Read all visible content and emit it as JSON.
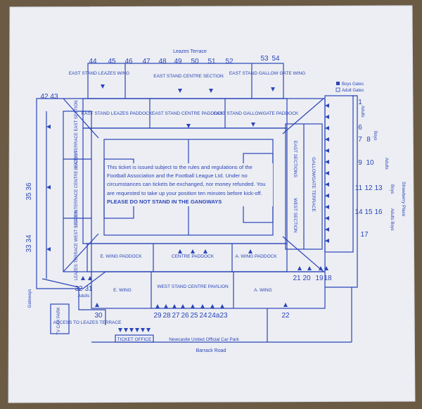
{
  "colors": {
    "ink": "#2b45b8",
    "paper": "#eceef3",
    "wood": "#6b5a44"
  },
  "roads": {
    "top": "Leazes Terrace",
    "bottom": "Barrack Road",
    "right": "Strawberry Place",
    "left": "Gateways"
  },
  "top_gates": [
    "44",
    "45",
    "46",
    "47",
    "48",
    "49",
    "50",
    "51",
    "52",
    "53",
    "54"
  ],
  "upper_blocks": {
    "leazes_wing": "EAST STAND LEAZES WING",
    "centre_section": "EAST STAND CENTRE SECTION",
    "gallow_gate_wing": "EAST STAND GALLOW GATE WING"
  },
  "paddocks": {
    "leazes": "EAST STAND LEAZES PADDOCK",
    "centre": "EAST STAND CENTRE PADDOCK",
    "gallowgate": "EAST STAND GALLOWGATE PADDOCK"
  },
  "left_gates": {
    "top": "42 43",
    "upper": "35 36",
    "lower": "33 34"
  },
  "left_terraces": {
    "east": "LEAZES TERRACE EAST SECTION",
    "centre": "LEAZES TERRACE CENTRE SECTION",
    "west": "LEAZES TERRACE WEST SECTION"
  },
  "right_terraces": {
    "east": "EAST SECTIONS",
    "gallowgate": "GALLOWGATE TERRACE",
    "west": "WEST SECTION"
  },
  "legend": {
    "boys": "Boys Gates",
    "adults": "Adult Gates"
  },
  "right_gate_labels": {
    "adults_top": "Adults",
    "g1": "1",
    "g6": "6",
    "g7": "7",
    "g8": "8",
    "boys": "Boys",
    "g9": "9",
    "g10": "10",
    "g11": "11",
    "g12": "12",
    "g13": "13",
    "g14": "14",
    "g15": "15",
    "g16": "16",
    "g17": "17",
    "side_adults": "Adults",
    "side_boys": "Boys",
    "side_adults_boys": "Adults Boys"
  },
  "notice": {
    "main": "This ticket is issued subject to the rules and regulations of the Football Association and the Football League Ltd. Under no circumstances can tickets be exchanged, nor money refunded. You are requested to take up your position ten minutes before kick-off.",
    "emph": "PLEASE DO NOT STAND IN THE GANGWAYS"
  },
  "lower_paddocks": {
    "e_wing": "E. WING PADDOCK",
    "centre": "CENTRE PADDOCK",
    "a_wing": "A. WING PADDOCK"
  },
  "west_stand": {
    "e_wing": "E. WING",
    "centre": "WEST STAND CENTRE PAVILION",
    "a_wing": "A. WING"
  },
  "bottom_gates": {
    "g30": "30",
    "g29": "29",
    "g28": "28",
    "g27": "27",
    "g26": "26",
    "g25": "25",
    "g24": "24",
    "g24a": "24a",
    "g23": "23",
    "g22": "22",
    "g21": "21",
    "g20": "20",
    "g19": "19",
    "g18": "18",
    "g32": "32",
    "g31": "31",
    "adults": "Adults"
  },
  "car_park_box": "TV CAR PARK",
  "access": "ACCESS TO LEAZES TERRACE",
  "ticket_office": "TICKET OFFICE",
  "official_car_park": "Newcastle United Official Car Park"
}
